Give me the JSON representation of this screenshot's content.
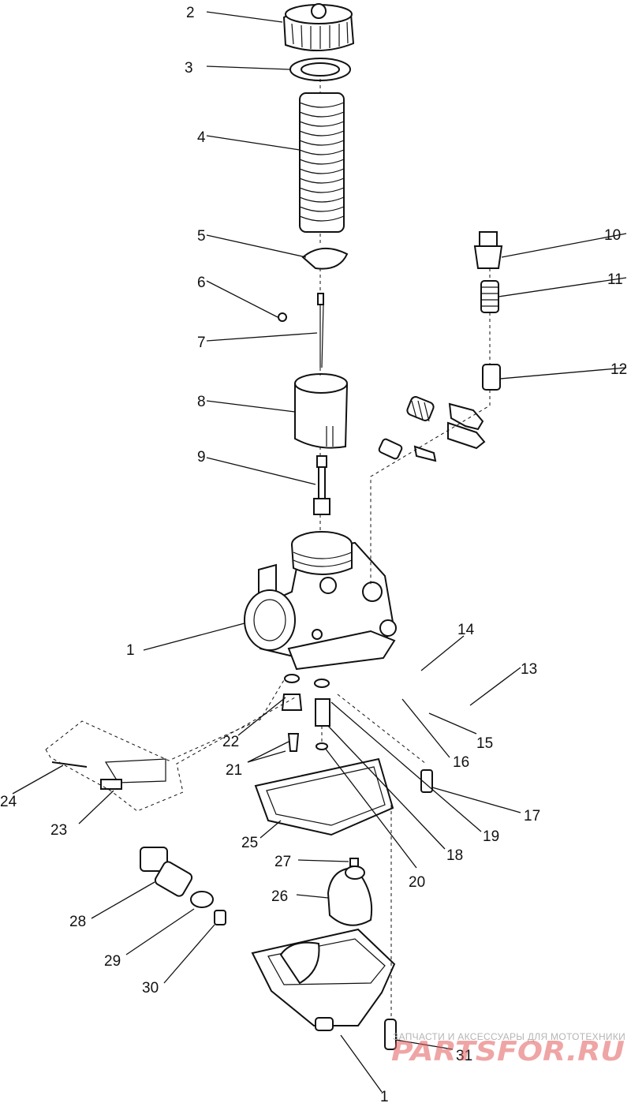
{
  "callouts": [
    "1",
    "2",
    "3",
    "4",
    "5",
    "6",
    "7",
    "8",
    "9",
    "10",
    "11",
    "12",
    "13",
    "14",
    "15",
    "16",
    "17",
    "18",
    "19",
    "20",
    "21",
    "22",
    "23",
    "24",
    "25",
    "26",
    "27",
    "28",
    "29",
    "30",
    "31",
    "1"
  ],
  "watermark": {
    "caption": "ЗАПЧАСТИ И АКСЕССУАРЫ ДЛЯ МОТОТЕХНИКИ",
    "logo": "PARTSFOR.RU",
    "color": "#e25c5c"
  },
  "colors": {
    "line": "#111111",
    "background": "#ffffff"
  }
}
